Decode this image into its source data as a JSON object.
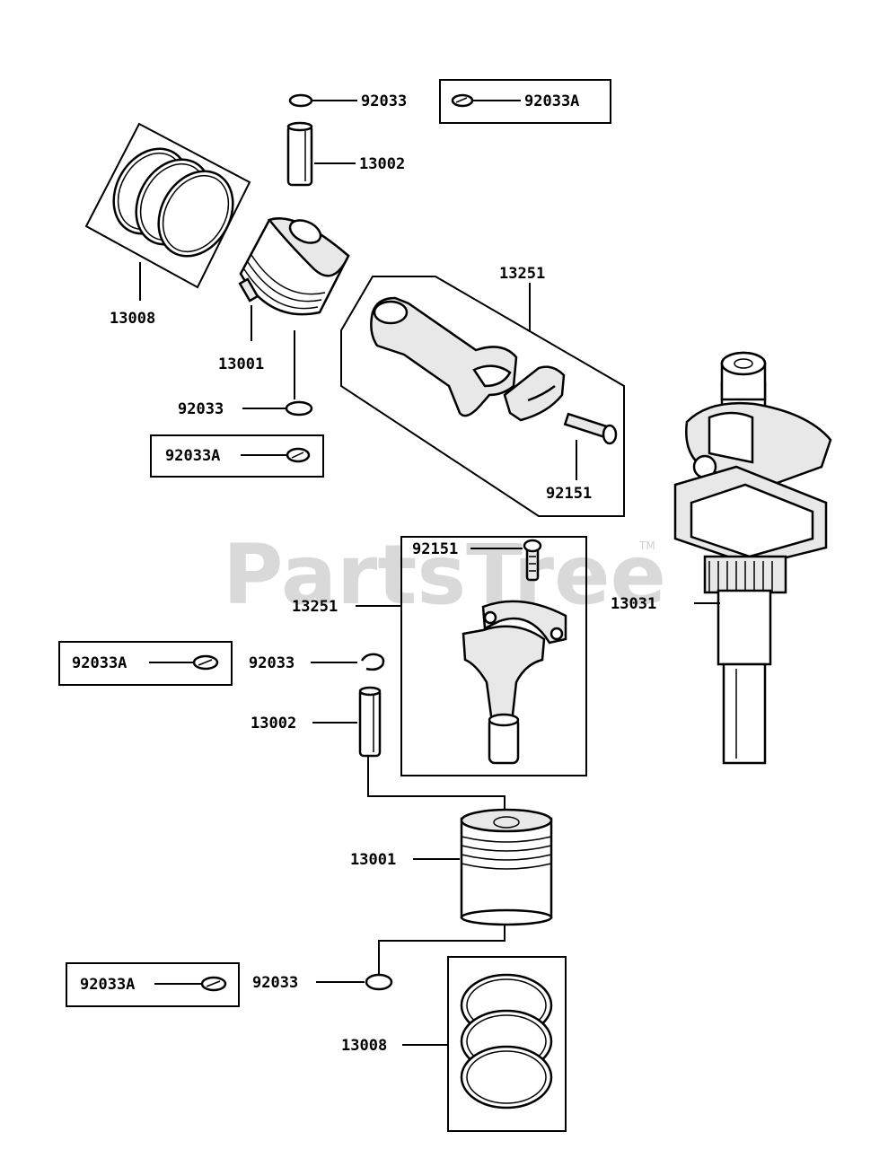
{
  "watermark": {
    "text": "PartsTree",
    "trademark": "TM"
  },
  "labels": {
    "top_clip": "92033",
    "top_clip_alt": "92033A",
    "top_pin": "13002",
    "top_rings": "13008",
    "top_piston": "13001",
    "top_rod": "13251",
    "top_bottom_clip": "92033",
    "top_bottom_clip_alt": "92033A",
    "top_bolt": "92151",
    "mid_bolt": "92151",
    "mid_rod": "13251",
    "crankshaft": "13031",
    "mid_clip_alt": "92033A",
    "mid_clip": "92033",
    "mid_pin": "13002",
    "low_piston": "13001",
    "low_clip_alt": "92033A",
    "low_clip": "92033",
    "low_rings": "13008"
  }
}
